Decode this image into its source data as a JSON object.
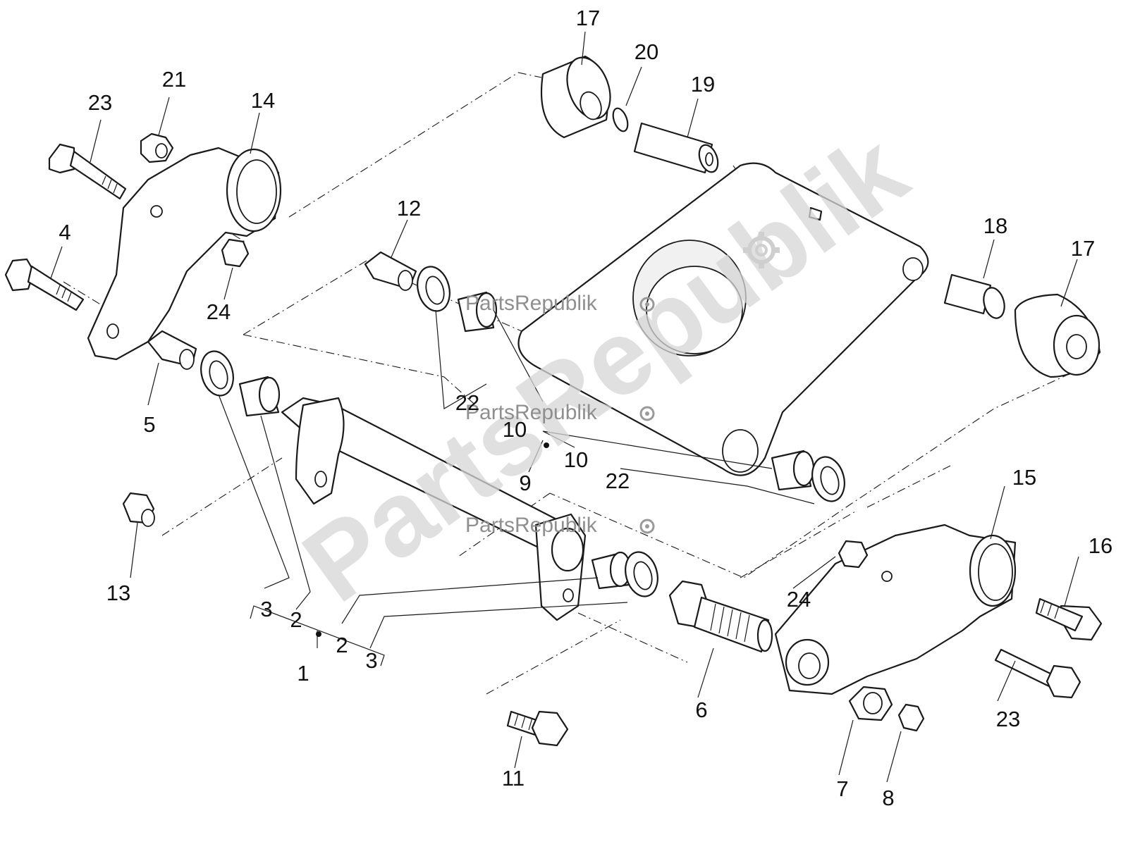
{
  "labels": {
    "l17a": "17",
    "l20": "20",
    "l19": "19",
    "l21": "21",
    "l23a": "23",
    "l14": "14",
    "l12": "12",
    "l4": "4",
    "l24a": "24",
    "l18": "18",
    "l17b": "17",
    "l5": "5",
    "l22a": "22",
    "l10a": "10",
    "l10b": "10",
    "l9": "9",
    "l22b": "22",
    "l15": "15",
    "l16": "16",
    "l13": "13",
    "l24b": "24",
    "l3a": "3",
    "l2a": "2",
    "l2b": "2",
    "l3b": "3",
    "l1": "1",
    "l6": "6",
    "l23b": "23",
    "l11": "11",
    "l7": "7",
    "l8": "8"
  },
  "watermark": {
    "small_text": "PartsRepublik",
    "large_text": "PartsRepublik",
    "logo_icon": "gear-icon"
  },
  "colors": {
    "ink": "#1a1a1a",
    "watermark": "#d6d6d6"
  }
}
